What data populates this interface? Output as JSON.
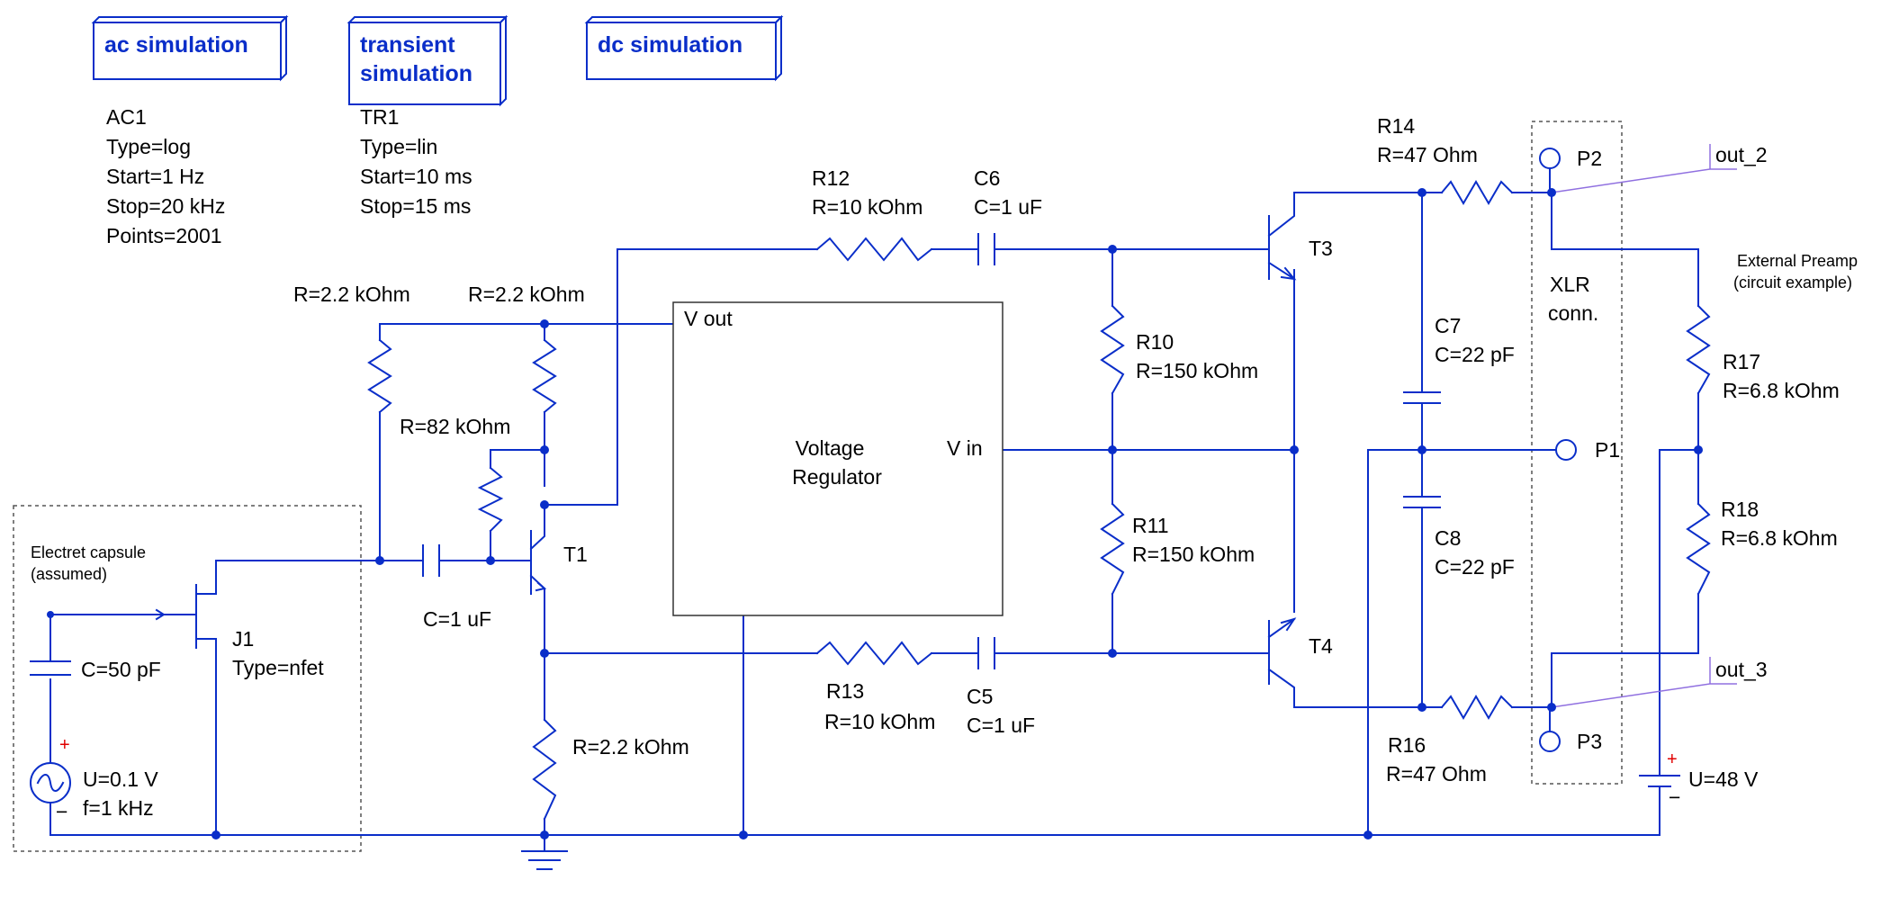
{
  "simulations": {
    "ac": {
      "button": "ac simulation",
      "lines": [
        "AC1",
        "Type=log",
        "Start=1 Hz",
        "Stop=20 kHz",
        "Points=2001"
      ]
    },
    "transient": {
      "button_line1": "transient",
      "button_line2": "simulation",
      "lines": [
        "TR1",
        "Type=lin",
        "Start=10 ms",
        "Stop=15 ms"
      ]
    },
    "dc": {
      "button": "dc simulation"
    }
  },
  "capsule": {
    "title_line1": "Electret capsule",
    "title_line2": "(assumed)"
  },
  "preamp": {
    "title_line1": "External Preamp",
    "title_line2": "(circuit example)"
  },
  "regulator": {
    "line1": "Voltage",
    "line2": "Regulator",
    "v_out": "V out",
    "v_in": "V in"
  },
  "xlr": {
    "line1": "XLR",
    "line2": "conn."
  },
  "components": {
    "r_left": "R=2.2 kOhm",
    "r_mid": "R=2.2 kOhm",
    "r_82k": "R=82 kOhm",
    "c_in": "C=1 uF",
    "t1": "T1",
    "r_emitter": "R=2.2 kOhm",
    "j1_name": "J1",
    "j1_type": "Type=nfet",
    "c50": "C=50 pF",
    "src_u": "U=0.1 V",
    "src_f": "f=1 kHz",
    "r12_name": "R12",
    "r12_val": "R=10 kOhm",
    "c6_name": "C6",
    "c6_val": "C=1 uF",
    "r13_name": "R13",
    "r13_val": "R=10 kOhm",
    "c5_name": "C5",
    "c5_val": "C=1 uF",
    "r10_name": "R10",
    "r10_val": "R=150 kOhm",
    "r11_name": "R11",
    "r11_val": "R=150 kOhm",
    "t3": "T3",
    "t4": "T4",
    "r14_name": "R14",
    "r14_val": "R=47 Ohm",
    "r16_name": "R16",
    "r16_val": "R=47 Ohm",
    "c7_name": "C7",
    "c7_val": "C=22 pF",
    "c8_name": "C8",
    "c8_val": "C=22 pF",
    "r17_name": "R17",
    "r17_val": "R=6.8 kOhm",
    "r18_name": "R18",
    "r18_val": "R=6.8 kOhm",
    "dc_src": "U=48 V"
  },
  "ports": {
    "p1": "P1",
    "p2": "P2",
    "p3": "P3"
  },
  "nets": {
    "out2": "out_2",
    "out3": "out_3"
  },
  "symbols": {
    "plus": "+",
    "minus": "−"
  }
}
